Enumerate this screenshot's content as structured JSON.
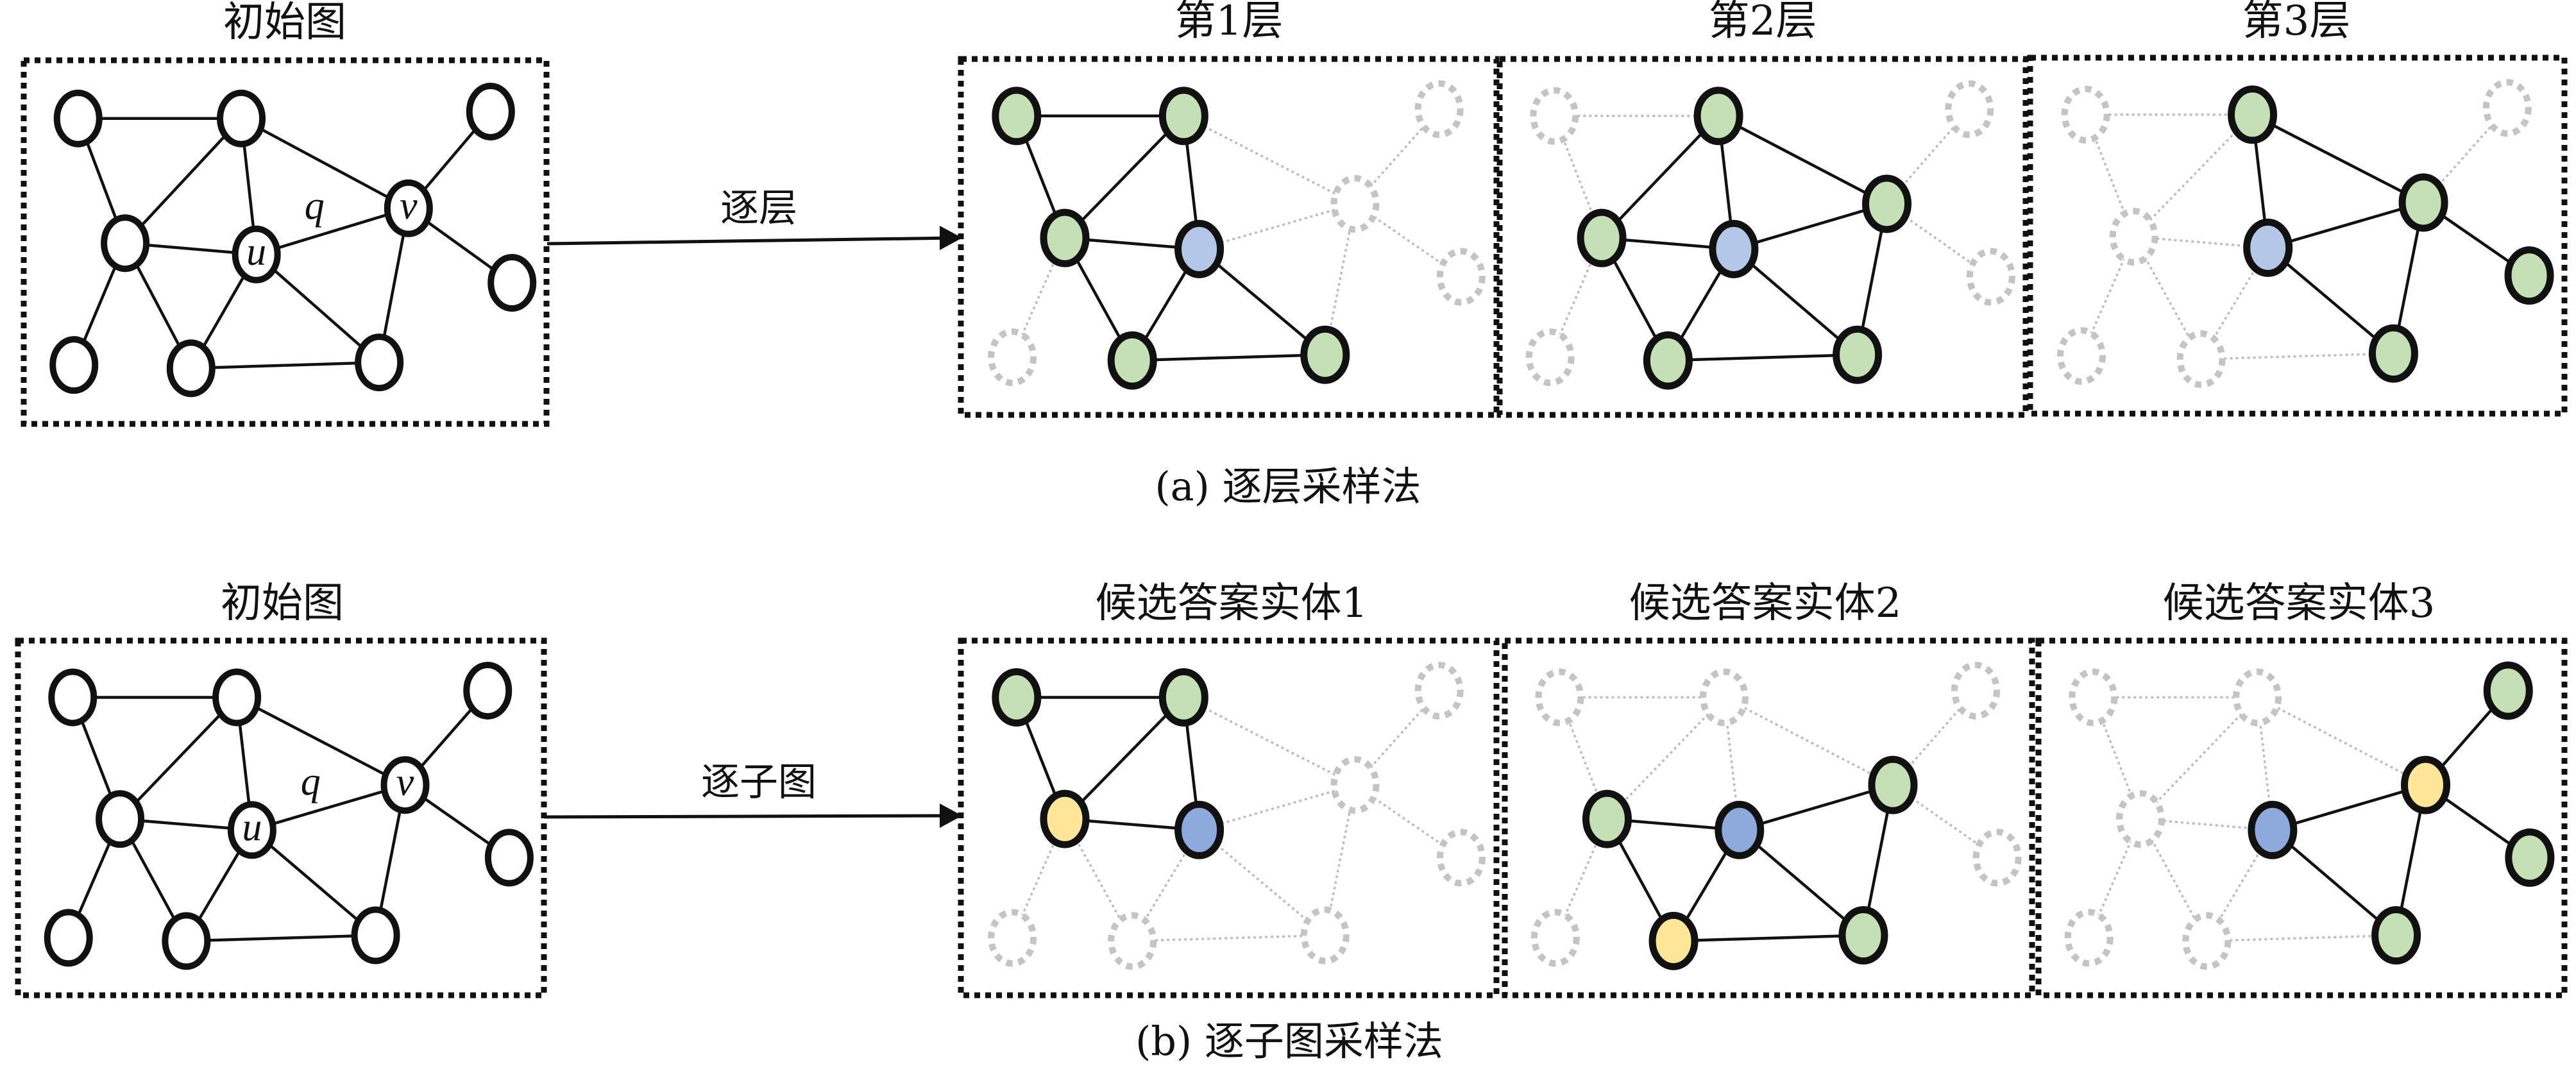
{
  "colors": {
    "query_node": "#b4c7e7",
    "query_node_dark": "#8eaadc",
    "sampled_node": "#c5e0b4",
    "answer_node": "#ffe699",
    "hidden_stroke": "#c4c4c4"
  },
  "graph": {
    "nodes": [
      "A",
      "B",
      "C",
      "D",
      "U",
      "V",
      "E",
      "F",
      "G",
      "H"
    ],
    "node_labels": {
      "U": "u",
      "V": "v"
    },
    "edge_label": "q",
    "edges": [
      [
        "A",
        "B"
      ],
      [
        "A",
        "D"
      ],
      [
        "B",
        "D"
      ],
      [
        "B",
        "U"
      ],
      [
        "B",
        "V"
      ],
      [
        "D",
        "U"
      ],
      [
        "D",
        "F"
      ],
      [
        "D",
        "G"
      ],
      [
        "U",
        "V"
      ],
      [
        "U",
        "G"
      ],
      [
        "U",
        "H"
      ],
      [
        "G",
        "H"
      ],
      [
        "V",
        "C"
      ],
      [
        "V",
        "E"
      ],
      [
        "V",
        "H"
      ]
    ]
  },
  "rows": [
    {
      "id": "layerwise",
      "caption": "(a) 逐层采样法",
      "initial_title": "初始图",
      "arrow_label": "逐层",
      "panels": [
        {
          "title": "第1层",
          "query": "U",
          "sampled": [
            "A",
            "B",
            "D",
            "G",
            "H"
          ],
          "answer": [],
          "active_edges": [
            [
              "A",
              "B"
            ],
            [
              "A",
              "D"
            ],
            [
              "B",
              "D"
            ],
            [
              "B",
              "U"
            ],
            [
              "D",
              "U"
            ],
            [
              "D",
              "G"
            ],
            [
              "U",
              "G"
            ],
            [
              "U",
              "H"
            ],
            [
              "G",
              "H"
            ]
          ]
        },
        {
          "title": "第2层",
          "query": "U",
          "sampled": [
            "B",
            "D",
            "V",
            "G",
            "H"
          ],
          "answer": [],
          "active_edges": [
            [
              "B",
              "D"
            ],
            [
              "B",
              "U"
            ],
            [
              "B",
              "V"
            ],
            [
              "D",
              "U"
            ],
            [
              "D",
              "G"
            ],
            [
              "U",
              "V"
            ],
            [
              "U",
              "G"
            ],
            [
              "U",
              "H"
            ],
            [
              "G",
              "H"
            ],
            [
              "V",
              "H"
            ]
          ]
        },
        {
          "title": "第3层",
          "query": "U",
          "sampled": [
            "B",
            "V",
            "E",
            "H"
          ],
          "answer": [],
          "active_edges": [
            [
              "B",
              "U"
            ],
            [
              "B",
              "V"
            ],
            [
              "U",
              "V"
            ],
            [
              "U",
              "H"
            ],
            [
              "V",
              "H"
            ],
            [
              "V",
              "E"
            ]
          ]
        }
      ]
    },
    {
      "id": "subgraph",
      "caption": "(b) 逐子图采样法",
      "initial_title": "初始图",
      "arrow_label": "逐子图",
      "panels": [
        {
          "title": "候选答案实体1",
          "query": "U",
          "sampled": [
            "A",
            "B"
          ],
          "answer": [
            "D"
          ],
          "active_edges": [
            [
              "A",
              "B"
            ],
            [
              "A",
              "D"
            ],
            [
              "B",
              "D"
            ],
            [
              "B",
              "U"
            ],
            [
              "D",
              "U"
            ]
          ]
        },
        {
          "title": "候选答案实体2",
          "query": "U",
          "sampled": [
            "D",
            "V",
            "H"
          ],
          "answer": [
            "G"
          ],
          "active_edges": [
            [
              "D",
              "U"
            ],
            [
              "U",
              "V"
            ],
            [
              "D",
              "G"
            ],
            [
              "U",
              "G"
            ],
            [
              "U",
              "H"
            ],
            [
              "G",
              "H"
            ],
            [
              "V",
              "H"
            ]
          ]
        },
        {
          "title": "候选答案实体3",
          "query": "U",
          "sampled": [
            "C",
            "E",
            "H"
          ],
          "answer": [
            "V"
          ],
          "active_edges": [
            [
              "U",
              "V"
            ],
            [
              "U",
              "H"
            ],
            [
              "V",
              "H"
            ],
            [
              "V",
              "C"
            ],
            [
              "V",
              "E"
            ]
          ]
        }
      ]
    }
  ]
}
